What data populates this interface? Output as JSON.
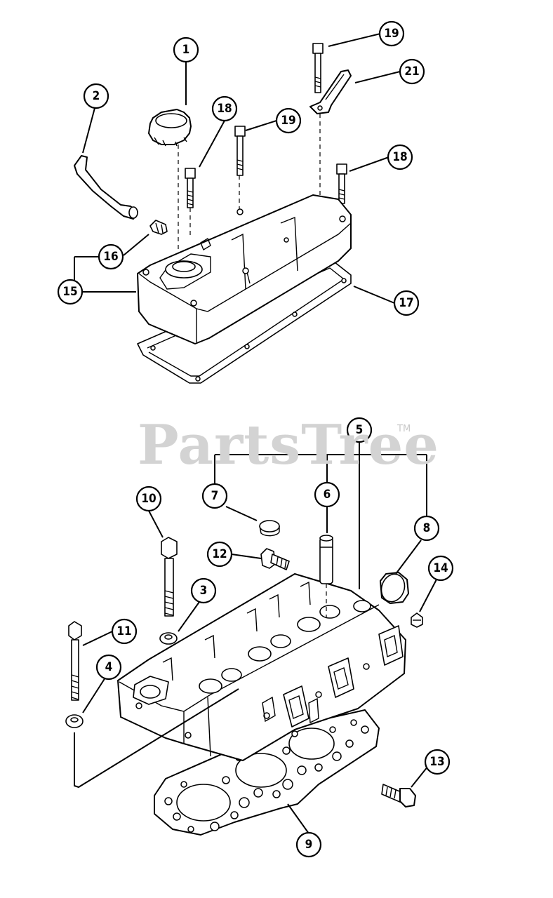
{
  "watermark": {
    "text": "PartsTree",
    "trademark": "TM"
  },
  "callouts": [
    {
      "label": "1"
    },
    {
      "label": "2"
    },
    {
      "label": "19"
    },
    {
      "label": "21"
    },
    {
      "label": "18"
    },
    {
      "label": "19"
    },
    {
      "label": "18"
    },
    {
      "label": "16"
    },
    {
      "label": "15"
    },
    {
      "label": "17"
    },
    {
      "label": "5"
    },
    {
      "label": "7"
    },
    {
      "label": "6"
    },
    {
      "label": "10"
    },
    {
      "label": "8"
    },
    {
      "label": "12"
    },
    {
      "label": "3"
    },
    {
      "label": "14"
    },
    {
      "label": "11"
    },
    {
      "label": "4"
    },
    {
      "label": "13"
    },
    {
      "label": "9"
    }
  ]
}
